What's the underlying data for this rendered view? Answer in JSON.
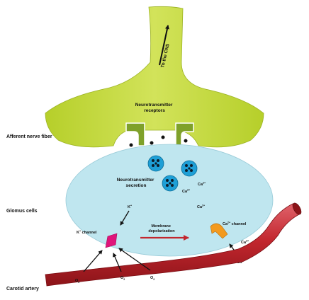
{
  "labels": {
    "to_cns": "To the CNS",
    "nt_receptors": [
      "Neurotransmitter",
      "receptors"
    ],
    "nt_secretion": [
      "Neurotransmitter",
      "secretion"
    ],
    "afferent": "Afferent nerve fiber",
    "glomus": "Glomus cells",
    "carotid": "Carotid artery",
    "k_channel": "K",
    "k_channel_suffix": " channel",
    "k_ion": "K",
    "plus": "+",
    "ca_channel": "Ca",
    "ca_channel_suffix": " channel",
    "ca": "Ca",
    "ca_charge": "2+",
    "membrane": [
      "Membrane",
      "depolarization"
    ],
    "o2": "O",
    "o2_sub": "2"
  },
  "colors": {
    "nerve": "#c6dc3a",
    "cell": "#bfe6ef",
    "artery": "#c2262e",
    "k_channel": "#e0147a",
    "ca_channel": "#f39a1e",
    "vesicle": "#1e9fd6",
    "arrow_red": "#c2262e"
  }
}
